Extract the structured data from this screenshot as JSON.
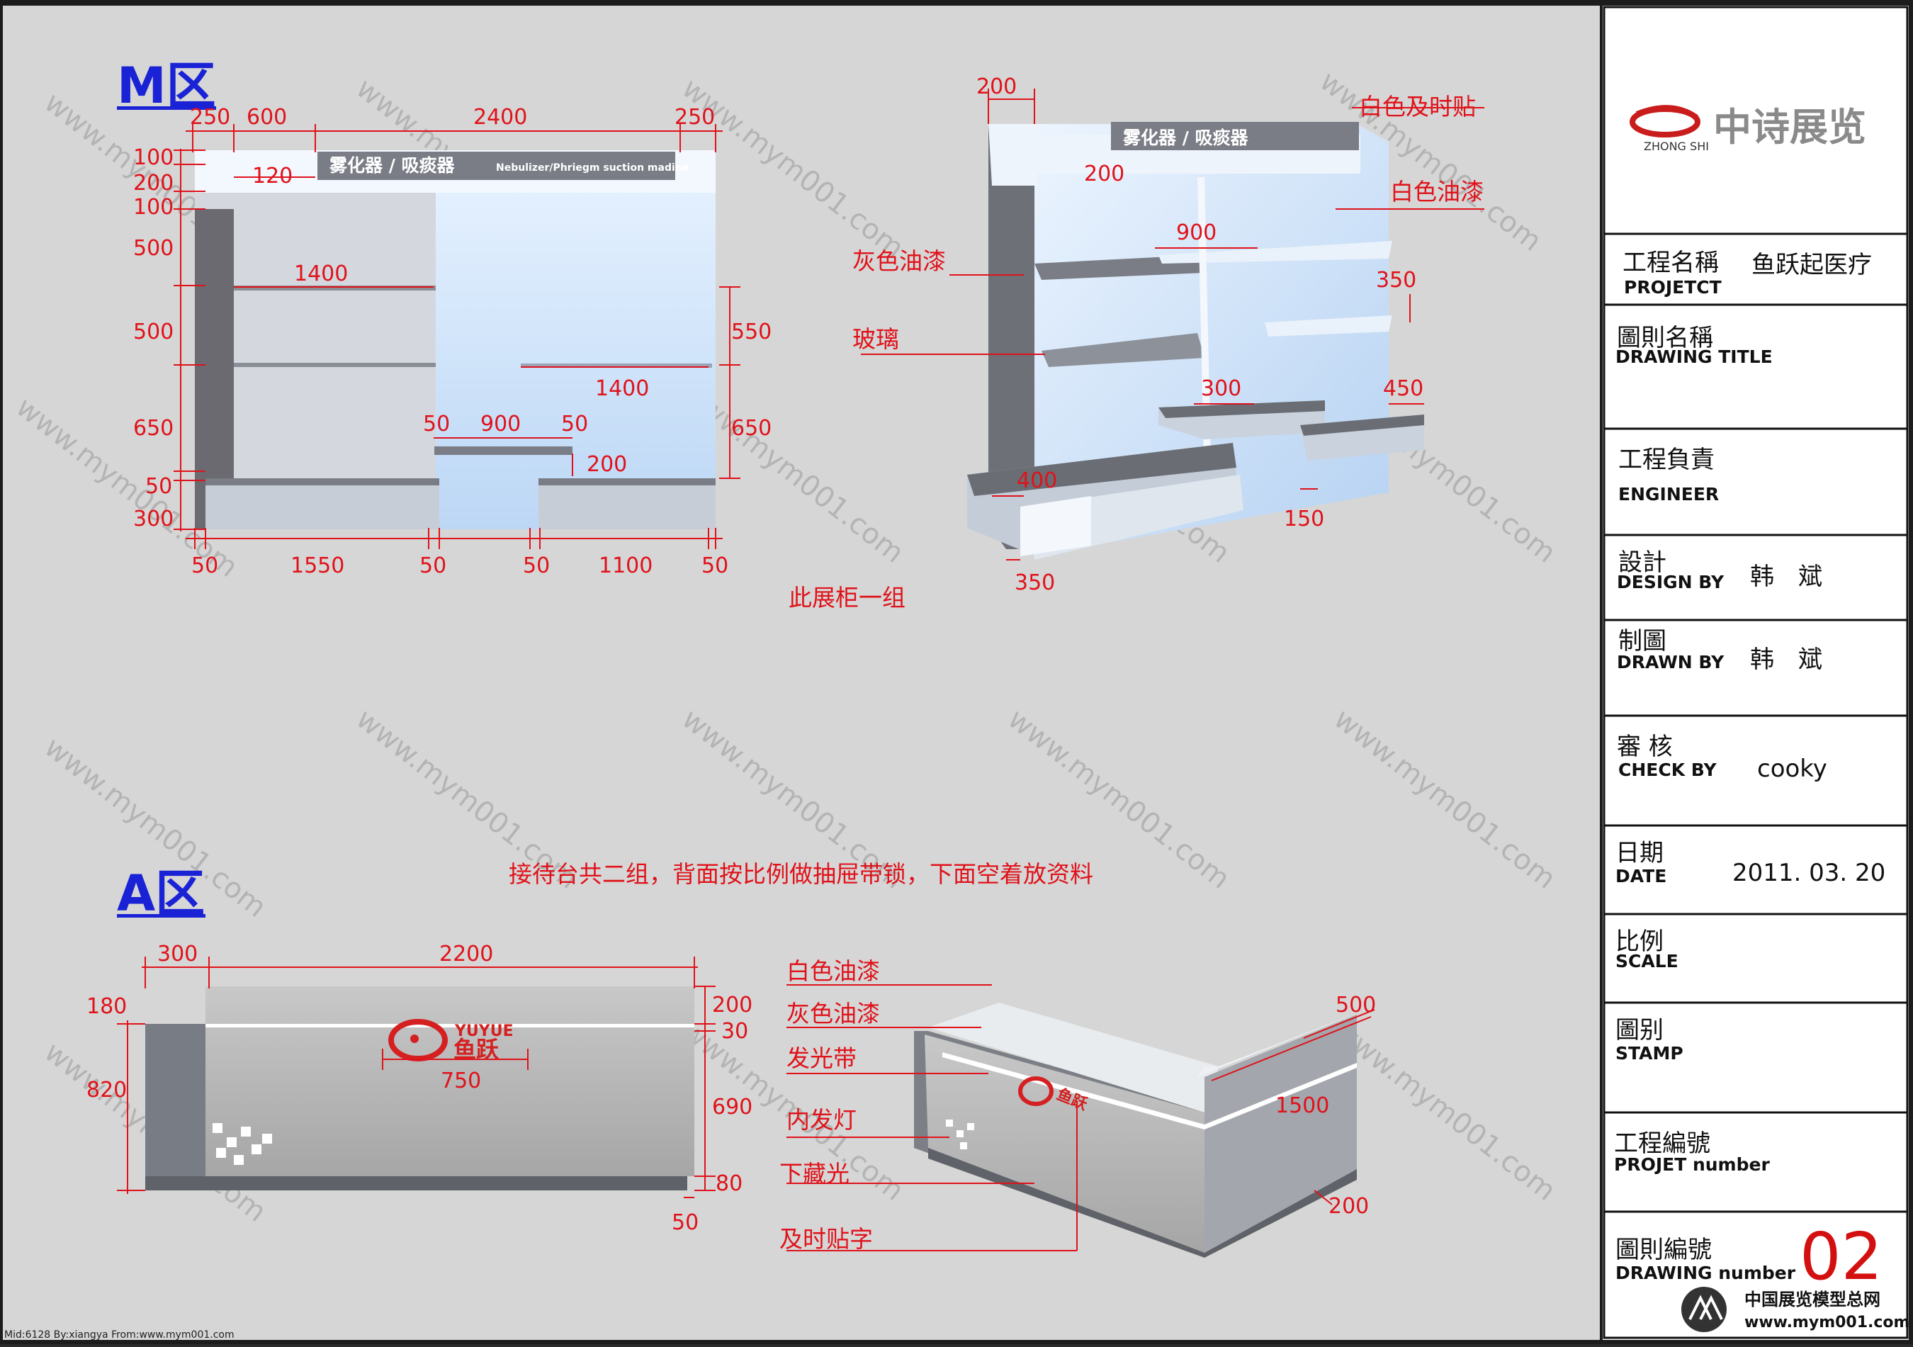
{
  "drawing": {
    "zone_m": {
      "label": "M区"
    },
    "zone_a": {
      "label": "A区"
    },
    "m_front_dims": {
      "top": [
        "250",
        "600",
        "2400",
        "250"
      ],
      "left": [
        "100",
        "200",
        "100",
        "500",
        "500",
        "650",
        "50",
        "300"
      ],
      "right": [
        "550",
        "650"
      ],
      "bottom": [
        "50",
        "1550",
        "50",
        "50",
        "1100",
        "50"
      ],
      "inner": [
        "120",
        "1400",
        "1400",
        "50",
        "900",
        "50",
        "200"
      ]
    },
    "m_sign_cn": "雾化器 / 吸痰器",
    "m_sign_en": "Nebulizer/Phriegm suction madina",
    "m_persp_dims": [
      "200",
      "200",
      "900",
      "350",
      "300",
      "450",
      "400",
      "150",
      "350"
    ],
    "m_persp_labels": [
      "白色及时贴",
      "白色油漆",
      "灰色油漆",
      "玻璃"
    ],
    "m_note": "此展柜一组",
    "a_note": "接待台共二组，背面按比例做抽屉带锁，下面空着放资料",
    "a_front_dims": {
      "top": [
        "300",
        "2200"
      ],
      "left": [
        "180",
        "820"
      ],
      "right": [
        "200",
        "30",
        "690",
        "80"
      ],
      "bottom": [
        "50"
      ],
      "inner": [
        "750"
      ]
    },
    "a_logo_en": "YUYUE",
    "a_logo_cn": "鱼跃",
    "a_persp_labels": [
      "白色油漆",
      "灰色油漆",
      "发光带",
      "内发灯",
      "下藏光",
      "及时贴字"
    ],
    "a_persp_dims": [
      "500",
      "1500",
      "200"
    ],
    "watermark": "www.mym001.com",
    "corner_text": "Mid:6128 By:xiangya From:www.mym001.com"
  },
  "title_block": {
    "company_cn": "中诗展览",
    "company_en": "ZHONG SHI",
    "rows": [
      {
        "cn": "工程名稱",
        "en": "PROJETCT",
        "value": "鱼跃起医疗"
      },
      {
        "cn": "圖則名稱",
        "en": "DRAWING TITLE",
        "value": ""
      },
      {
        "cn": "工程負責",
        "en": "ENGINEER",
        "value": ""
      },
      {
        "cn": "設計",
        "en": "DESIGN BY",
        "value": "韩　斌"
      },
      {
        "cn": "制圖",
        "en": "DRAWN BY",
        "value": "韩　斌"
      },
      {
        "cn": "審 核",
        "en": "CHECK BY",
        "value": "cooky"
      },
      {
        "cn": "日期",
        "en": "DATE",
        "value": "2011. 03. 20"
      },
      {
        "cn": "比例",
        "en": "SCALE",
        "value": ""
      },
      {
        "cn": "圖别",
        "en": "STAMP",
        "value": ""
      },
      {
        "cn": "工程編號",
        "en": "PROJET number",
        "value": ""
      },
      {
        "cn": "圖則編號",
        "en": "DRAWING number",
        "value": "02"
      }
    ],
    "footer_cn": "中国展览模型总网",
    "footer_url": "www.mym001.com"
  }
}
